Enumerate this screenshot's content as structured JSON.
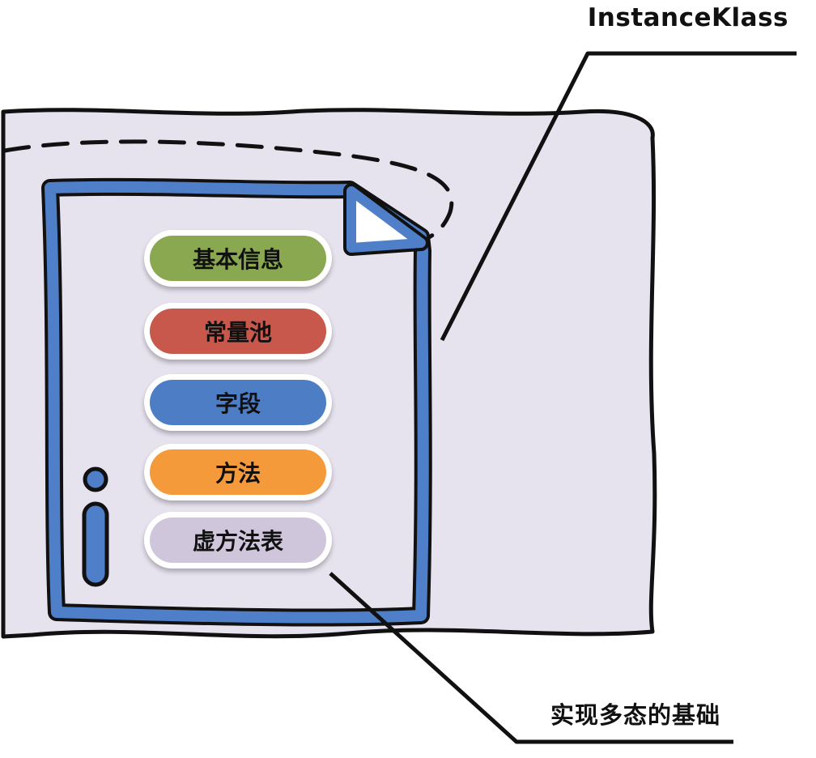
{
  "diagram": {
    "title_label": "InstanceKlass",
    "bottom_label": "实现多态的基础",
    "items": [
      {
        "label": "基本信息",
        "color": "#8aa84f"
      },
      {
        "label": "常量池",
        "color": "#c9584c"
      },
      {
        "label": "字段",
        "color": "#4d7ec5"
      },
      {
        "label": "方法",
        "color": "#f59a3b"
      },
      {
        "label": "虚方法表",
        "color": "#cfc6dc"
      }
    ],
    "colors": {
      "background_sheet": "#e6e2ee",
      "document_outline": "#4f7fc8",
      "ink": "#111111"
    }
  }
}
